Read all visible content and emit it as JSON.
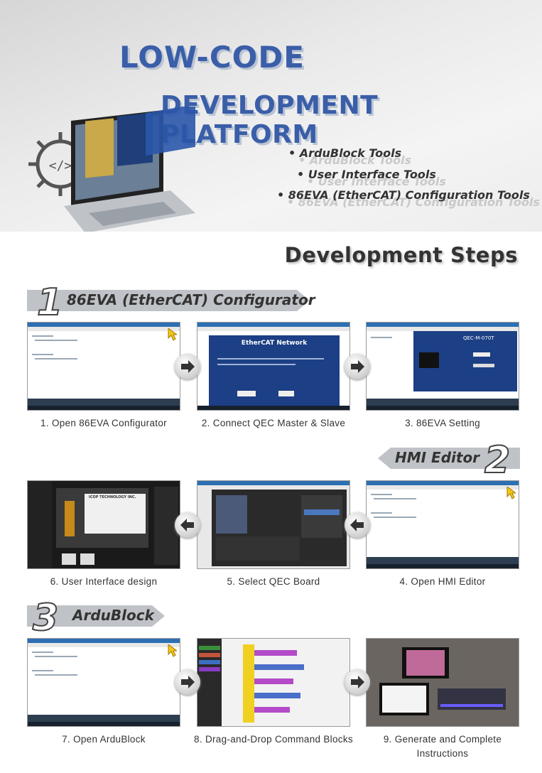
{
  "hero": {
    "title_line1": "LOW-CODE",
    "title_line2": "DEVELOPMENT PLATFORM",
    "features": [
      "• ArduBlock Tools",
      "• User Interface Tools",
      "• 86EVA (EtherCAT) Configuration Tools"
    ]
  },
  "section_title": "Development Steps",
  "banners": [
    {
      "number": "1",
      "label": "86EVA (EtherCAT) Configurator"
    },
    {
      "number": "2",
      "label": "HMI Editor"
    },
    {
      "number": "3",
      "label": "ArduBlock"
    }
  ],
  "screens": {
    "ethercat_title": "EtherCAT Network",
    "qec_setting_title": "QEC-M-070T",
    "hmi_brand": "ICOP TECHNOLOGY INC."
  },
  "steps": [
    {
      "caption": "1. Open 86EVA Configurator"
    },
    {
      "caption": "2. Connect QEC Master & Slave"
    },
    {
      "caption": "3. 86EVA Setting"
    },
    {
      "caption": "6. User Interface design"
    },
    {
      "caption": "5. Select QEC Board"
    },
    {
      "caption": "4. Open HMI Editor"
    },
    {
      "caption": "7. Open ArduBlock"
    },
    {
      "caption": "8. Drag-and-Drop Command Blocks"
    },
    {
      "caption": "9. Generate and Complete Instructions"
    }
  ],
  "colors": {
    "title_blue": "#3a5ea8",
    "banner_gray": "#bfc3c7",
    "cursor_yellow": "#f5c518"
  },
  "icons": [
    "gear-code-icon",
    "laptop-illustration",
    "arrow-right-icon",
    "arrow-left-icon",
    "cursor-icon"
  ]
}
